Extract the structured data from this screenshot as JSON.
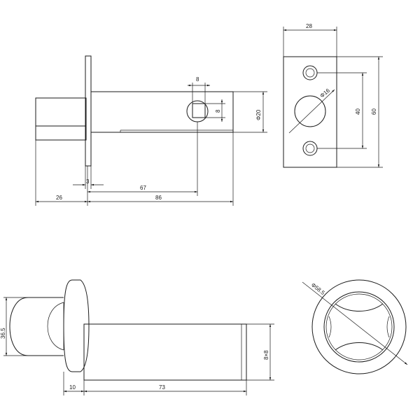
{
  "dims": {
    "plate_width": "28",
    "hole_diameter": "Φ16",
    "hole_spacing": "40",
    "plate_height": "60",
    "slot_width": "8",
    "slot_height": "8",
    "bolt_diameter": "Φ20",
    "plate_thickness": "3",
    "slot_position": "67",
    "knob_projection": "26",
    "body_length": "86",
    "rose_height": "36.5",
    "spindle_section": "8×8",
    "rose_depth": "10",
    "spindle_length": "73",
    "rose_diameter": "Φ58.5"
  }
}
